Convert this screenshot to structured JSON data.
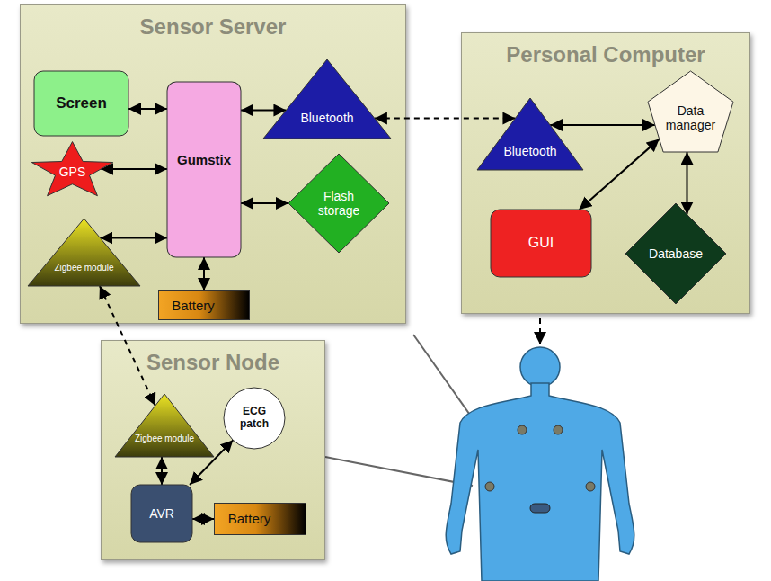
{
  "diagram": {
    "nodes": [
      {
        "text": [
          "Sensor Server"
        ]
      },
      {
        "text": [
          "Screen"
        ],
        "in": 0
      },
      {
        "text": [
          "Gumstix"
        ],
        "in": 0
      },
      {
        "text": [
          "Bluetooth"
        ],
        "in": 0
      },
      {
        "text": [
          "GPS"
        ],
        "in": 0
      },
      {
        "text": [
          "Flash storage"
        ],
        "in": 0
      },
      {
        "text": [
          "Zigbee module"
        ],
        "in": 0
      },
      {
        "text": [
          "Battery"
        ],
        "in": 0
      },
      {
        "text": [
          "Personal Computer"
        ]
      },
      {
        "text": [
          "Bluetooth"
        ],
        "in": 8
      },
      {
        "text": [
          "Data manager"
        ],
        "in": 8
      },
      {
        "text": [
          "GUI"
        ],
        "in": 8
      },
      {
        "text": [
          "Database"
        ],
        "in": 8
      },
      {
        "text": [
          "Sensor Node"
        ]
      },
      {
        "text": [
          "Zigbee module"
        ],
        "in": 13
      },
      {
        "text": [
          "ECG patch"
        ],
        "in": 13
      },
      {
        "text": [
          "AVR"
        ],
        "in": 13
      },
      {
        "text": [
          "Battery"
        ],
        "in": 13
      }
    ],
    "edges": [
      {
        "from": 1,
        "to": 2,
        "arrow": "both"
      },
      {
        "from": 4,
        "to": 2,
        "arrow": "both"
      },
      {
        "from": 6,
        "to": 2,
        "arrow": "both"
      },
      {
        "from": 2,
        "to": 7,
        "arrow": "both"
      },
      {
        "from": 2,
        "to": 3,
        "arrow": "both"
      },
      {
        "from": 2,
        "to": 5,
        "arrow": "both"
      },
      {
        "from": 3,
        "to": 9,
        "arrow": "both"
      },
      {
        "from": 9,
        "to": 10,
        "arrow": "both"
      },
      {
        "from": 10,
        "to": 11,
        "arrow": "both"
      },
      {
        "from": 10,
        "to": 12,
        "arrow": "both"
      },
      {
        "from": 6,
        "to": 14,
        "arrow": "both"
      },
      {
        "from": 14,
        "to": 16,
        "arrow": "both"
      },
      {
        "from": 16,
        "to": 15,
        "arrow": "both"
      },
      {
        "from": 16,
        "to": 17,
        "arrow": "both"
      }
    ]
  }
}
